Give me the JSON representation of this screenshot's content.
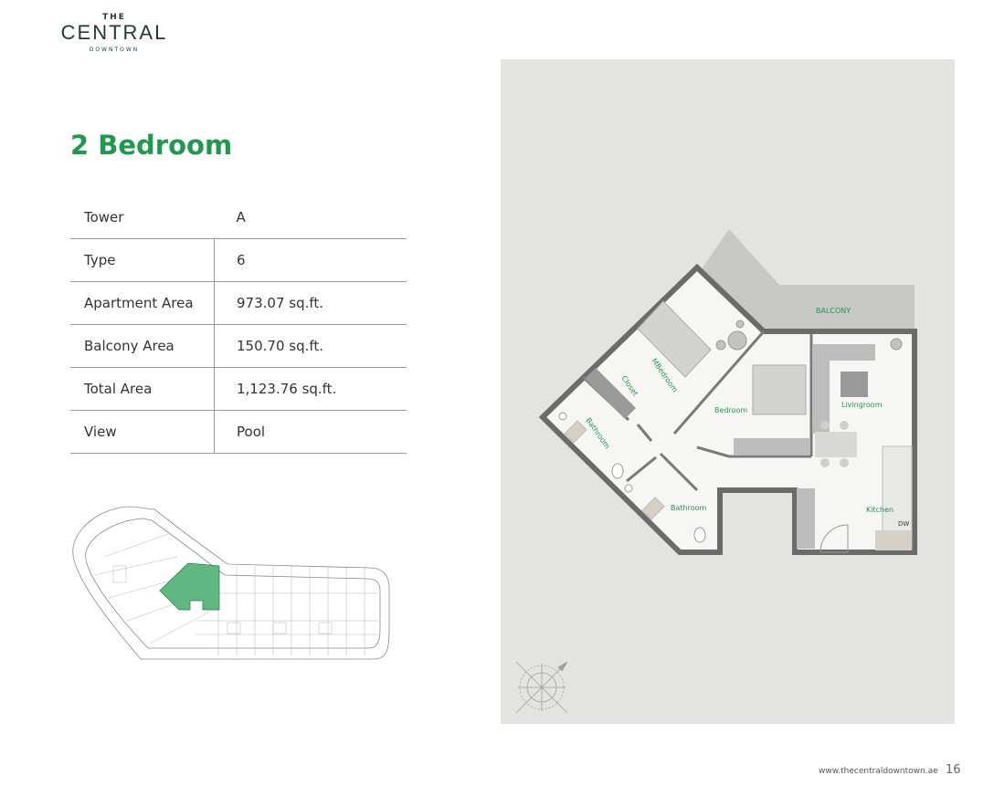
{
  "brand": {
    "the": "THE",
    "name": "CENTRAL",
    "sub": "DOWNTOWN"
  },
  "unit_title": "2 Bedroom",
  "specs": [
    {
      "label": "Tower",
      "value": "A"
    },
    {
      "label": "Type",
      "value": "6"
    },
    {
      "label": "Apartment Area",
      "value": "973.07 sq.ft."
    },
    {
      "label": "Balcony Area",
      "value": "150.70 sq.ft."
    },
    {
      "label": "Total Area",
      "value": "1,123.76 sq.ft."
    },
    {
      "label": "View",
      "value": "Pool"
    }
  ],
  "floorplan": {
    "rooms": {
      "balcony": "BALCONY",
      "mbedroom": "MBedroom",
      "closet": "Closet",
      "bathroom1": "Bathroom",
      "bedroom": "Bedroom",
      "livingroom": "Livingroom",
      "bathroom2": "Bathroom",
      "kitchen": "Kitchen",
      "dw": "DW"
    }
  },
  "colors": {
    "accent": "#1f9a4c",
    "highlight": "#5fb882",
    "plan_bg": "#e3e3e2"
  },
  "footer": {
    "url": "www.thecentraldowntown.ae",
    "page": "16"
  }
}
